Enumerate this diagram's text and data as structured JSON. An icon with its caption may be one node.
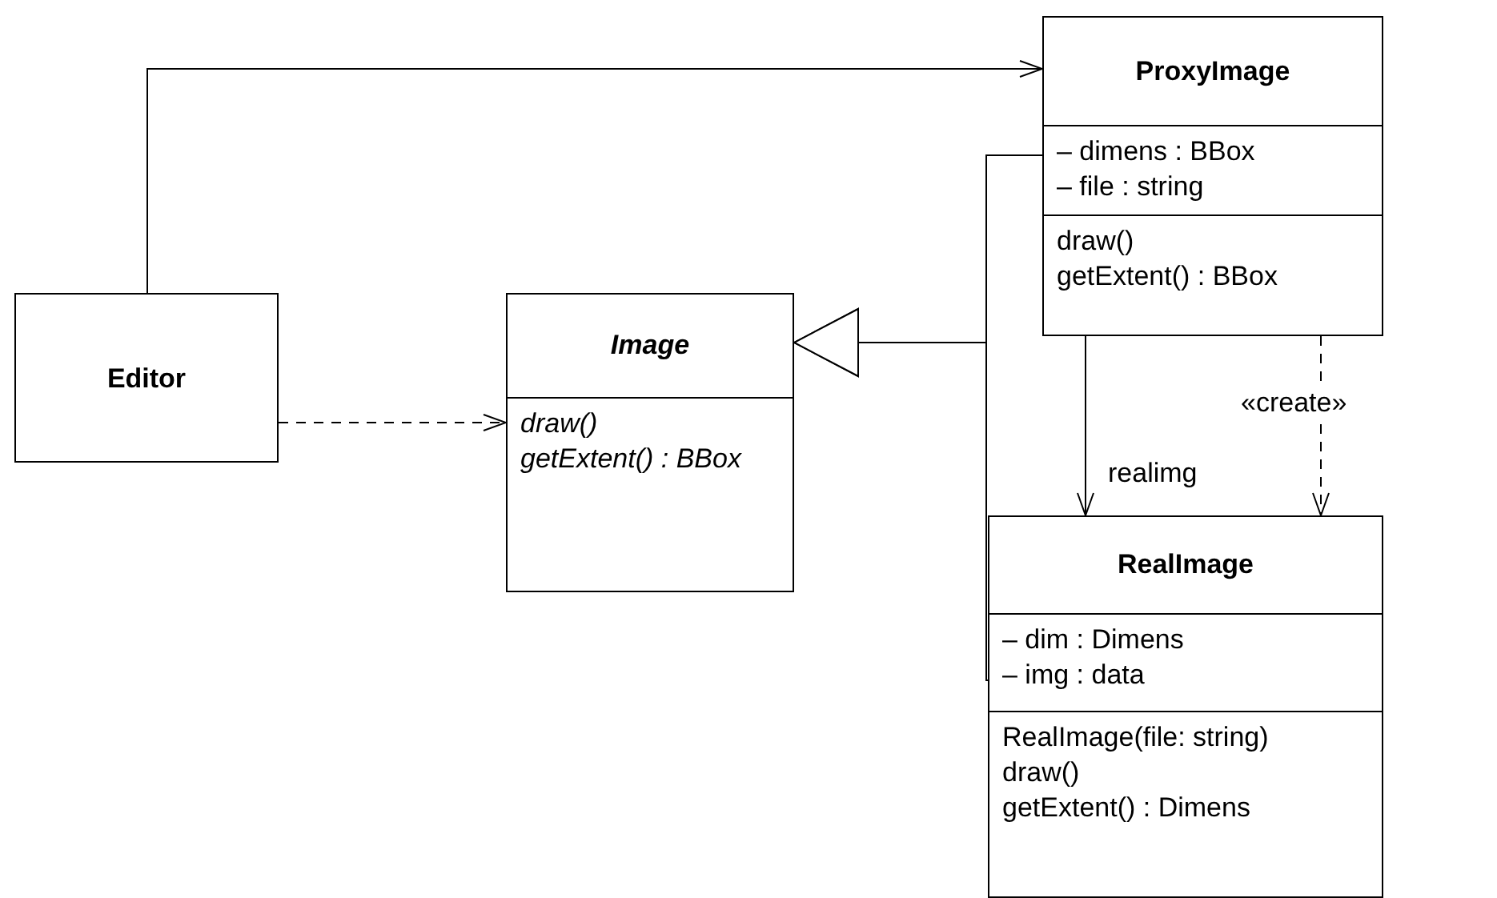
{
  "diagram": {
    "nodes": [
      {
        "text": [
          "Editor"
        ]
      },
      {
        "text": [
          "Image",
          "draw()",
          "getExtent() : BBox"
        ]
      },
      {
        "text": [
          "ProxyImage",
          "– dimens : BBox",
          "– file : string",
          "draw()",
          "getExtent() : BBox"
        ]
      },
      {
        "text": [
          "RealImage",
          "– dim : Dimens",
          "– img : data",
          "RealImage(file: string)",
          "draw()",
          "getExtent() : Dimens"
        ]
      }
    ],
    "edges": [
      {
        "from": 0,
        "to": 2,
        "arrow": "to"
      },
      {
        "from": 0,
        "to": 1,
        "arrow": "to",
        "style": "dashed"
      },
      {
        "from": 2,
        "to": 1,
        "arrow": "to"
      },
      {
        "from": 3,
        "to": 1,
        "arrow": "to"
      },
      {
        "from": 2,
        "to": 3,
        "arrow": "to",
        "label": "realimg"
      },
      {
        "from": 2,
        "to": 3,
        "arrow": "to",
        "style": "dashed",
        "label": "«create»"
      }
    ]
  }
}
